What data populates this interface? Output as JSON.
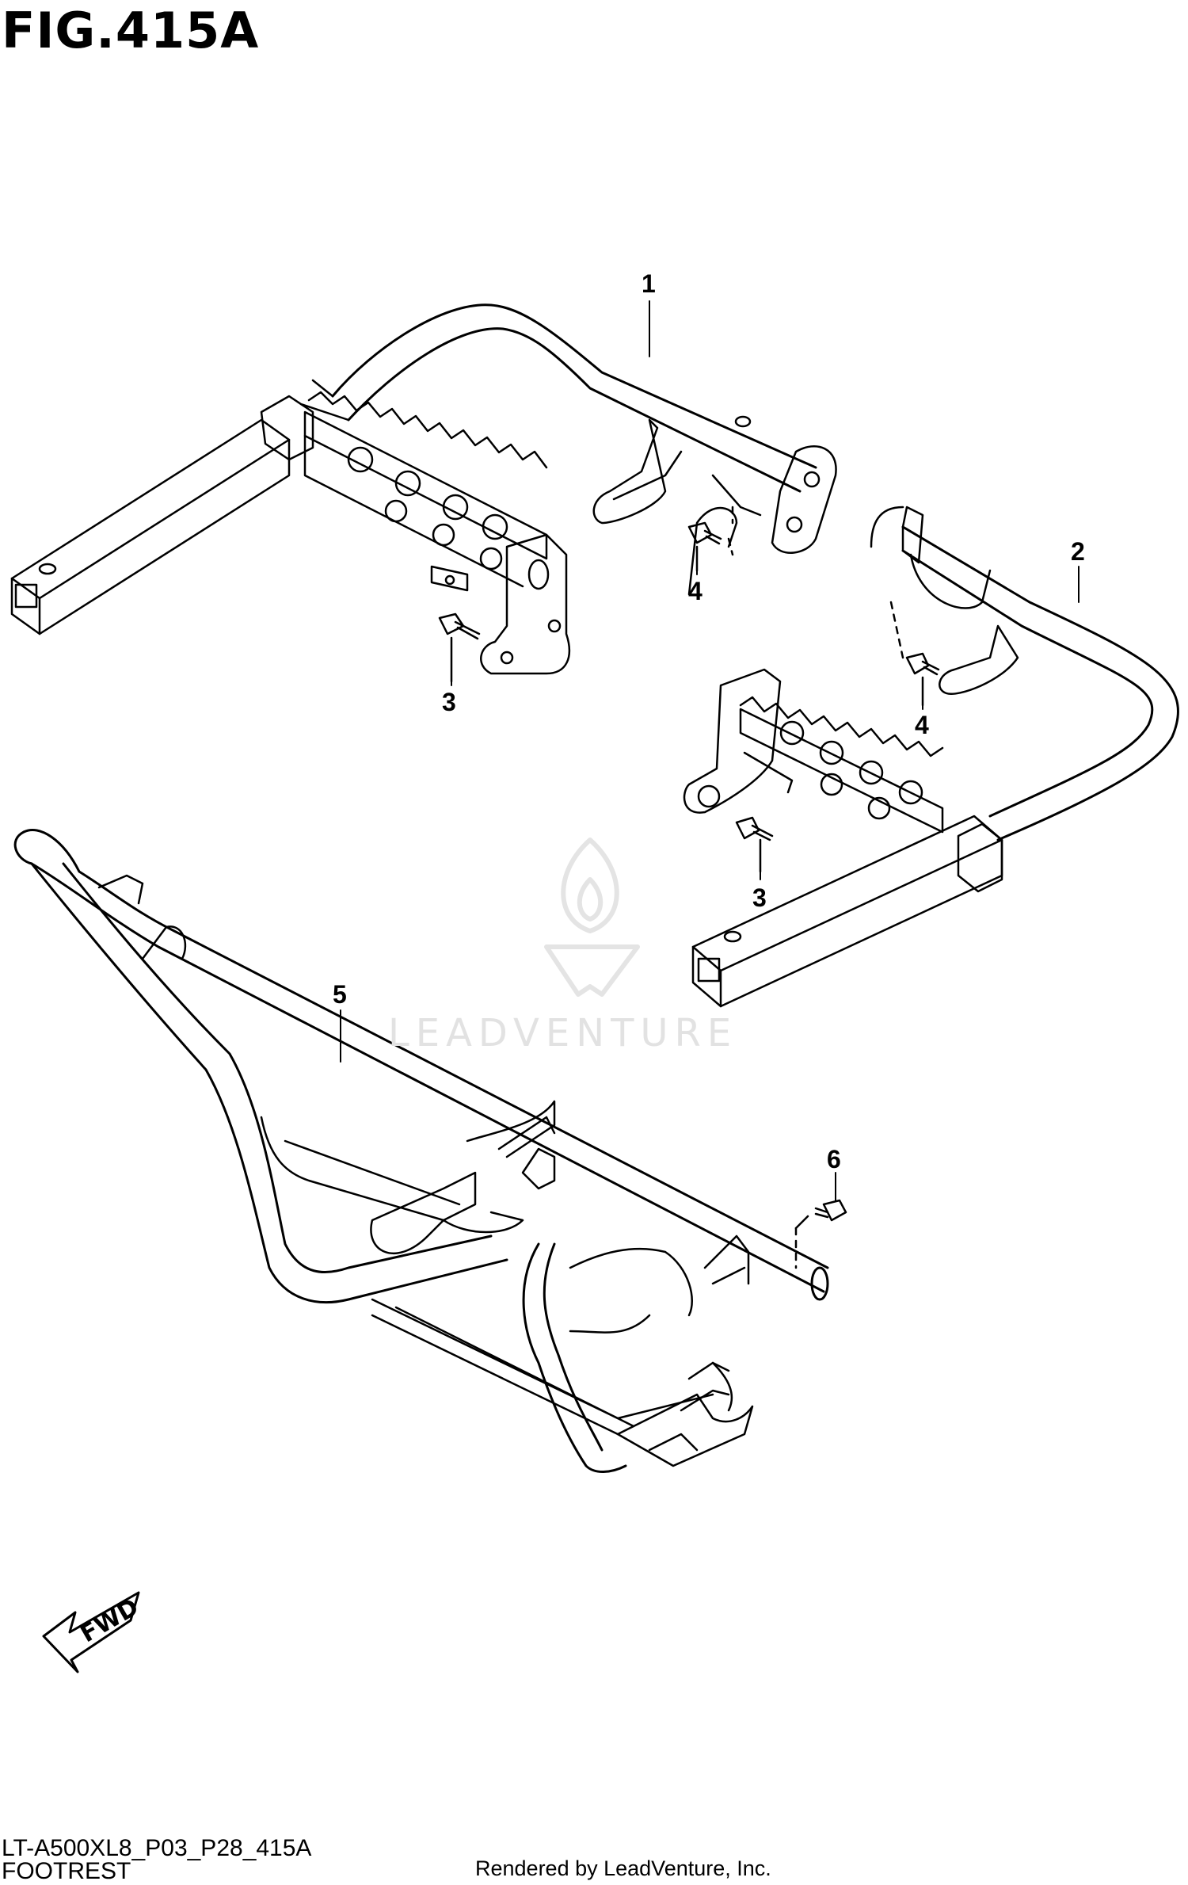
{
  "figure": {
    "title": "FIG.415A",
    "model_code": "LT-A500XL8_P03_P28_415A",
    "part_name": "FOOTREST",
    "rendered_by": "Rendered by LeadVenture, Inc."
  },
  "watermark": {
    "text": "LEADVENTURE"
  },
  "direction_marker": {
    "label": "FWD"
  },
  "callouts": [
    {
      "number": "1"
    },
    {
      "number": "2"
    },
    {
      "number": "3"
    },
    {
      "number": "3"
    },
    {
      "number": "4"
    },
    {
      "number": "4"
    },
    {
      "number": "5"
    },
    {
      "number": "6"
    }
  ]
}
